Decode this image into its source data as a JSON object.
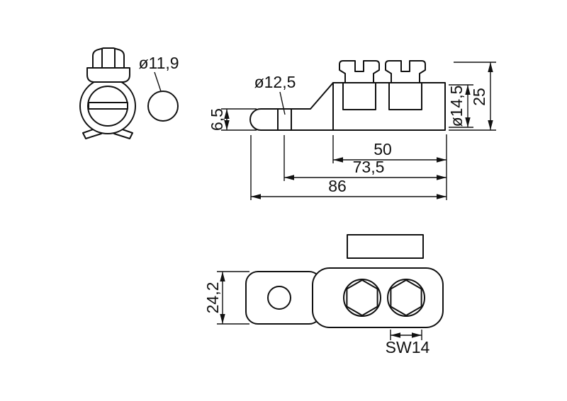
{
  "drawing": {
    "background": "#ffffff",
    "line_color": "#111111",
    "dimensions": {
      "front_hole_diameter": "ø11,9",
      "tab_hole_diameter": "ø12,5",
      "tab_thickness": "6,5",
      "clamp_hole_diameter": "ø14,5",
      "body_height": "25",
      "clamp_span": "50",
      "hole_center_to_end": "73,5",
      "total_length": "86",
      "body_width": "24,2",
      "hex_wrench_size": "SW14"
    }
  }
}
